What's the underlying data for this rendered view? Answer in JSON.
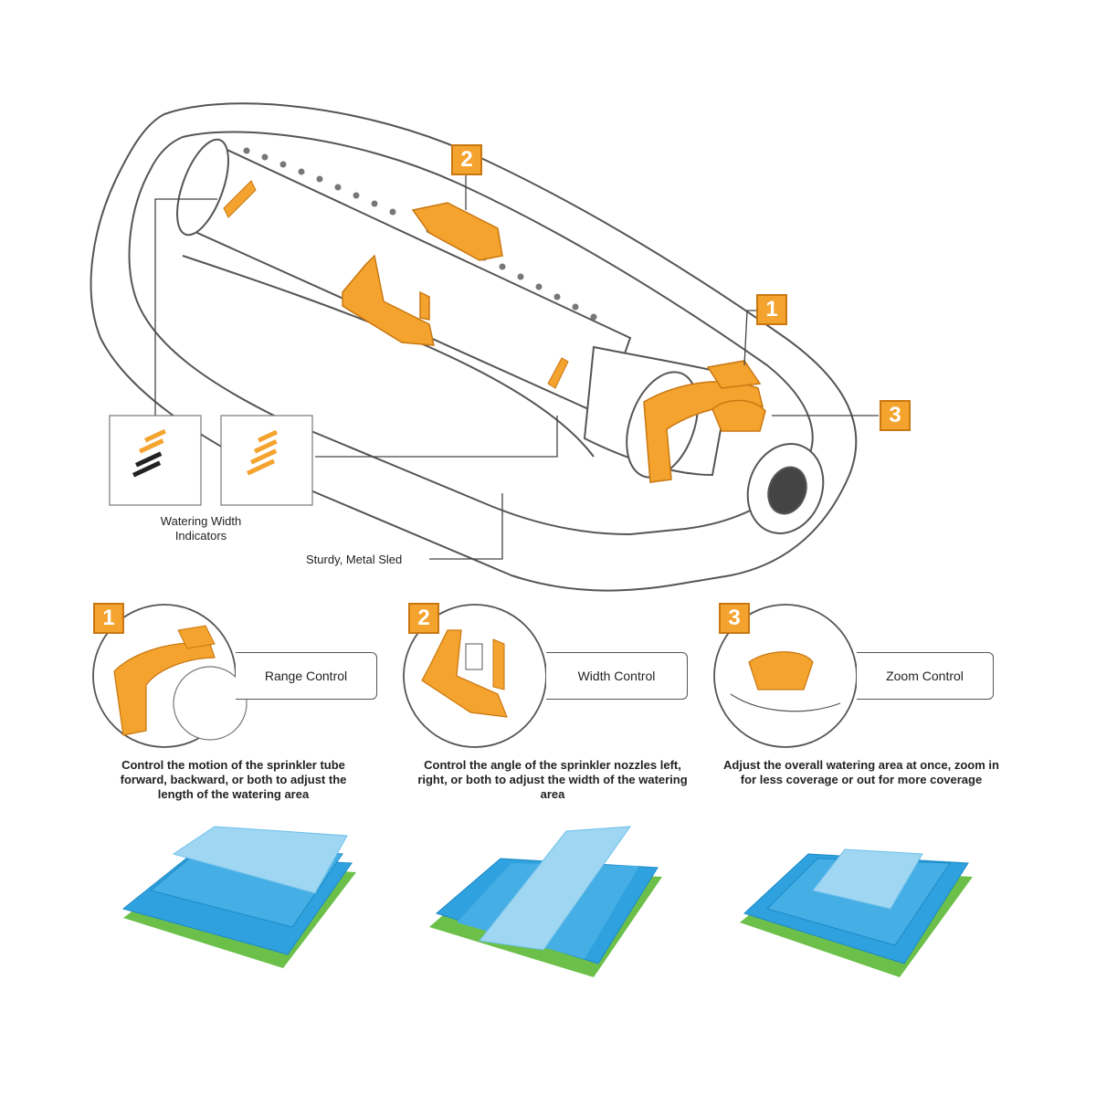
{
  "main_diagram": {
    "callout_1": "1",
    "callout_2": "2",
    "callout_3": "3",
    "watering_width_label": "Watering Width\nIndicators",
    "sled_label": "Sturdy, Metal Sled"
  },
  "controls": [
    {
      "number": "1",
      "title": "Range Control",
      "description": "Control the motion of the sprinkler tube forward, backward, or both to adjust the length of the watering area"
    },
    {
      "number": "2",
      "title": "Width Control",
      "description": "Control the angle of the sprinkler nozzles left, right, or both to adjust the width of the watering area"
    },
    {
      "number": "3",
      "title": "Zoom Control",
      "description": "Adjust the overall watering area at once, zoom in for less coverage or out for more coverage"
    }
  ],
  "colors": {
    "accent_orange": "#f4a32e",
    "water_blue": "#2fa1de",
    "light_water_blue": "#9fd6f2",
    "grass_green": "#6cc04a",
    "outline": "#555555"
  }
}
